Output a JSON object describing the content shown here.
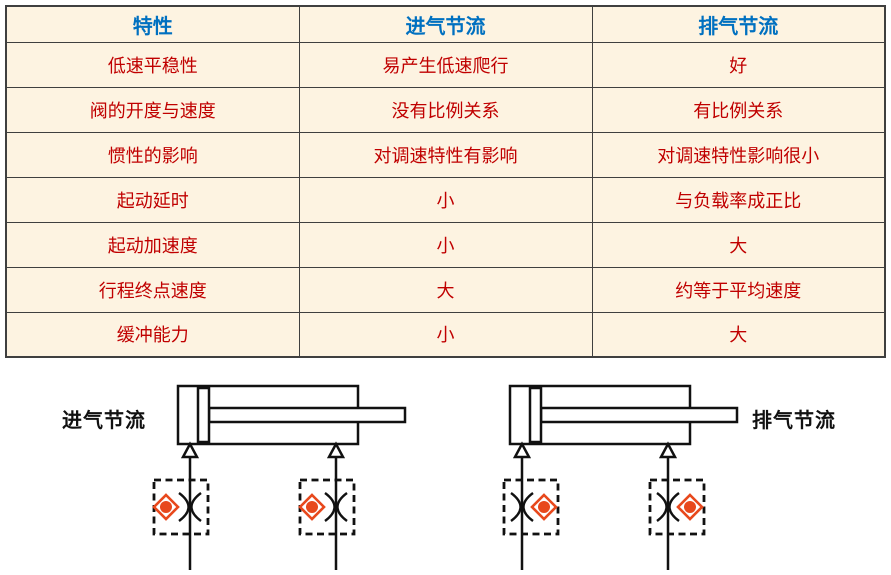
{
  "page": {
    "background": "#ffffff"
  },
  "table": {
    "headers": [
      "特性",
      "进气节流",
      "排气节流"
    ],
    "rows": [
      [
        "低速平稳性",
        "易产生低速爬行",
        "好"
      ],
      [
        "阀的开度与速度",
        "没有比例关系",
        "有比例关系"
      ],
      [
        "惯性的影响",
        "对调速特性有影响",
        "对调速特性影响很小"
      ],
      [
        "起动延时",
        "小",
        "与负载率成正比"
      ],
      [
        "起动加速度",
        "小",
        "大"
      ],
      [
        "行程终点速度",
        "大",
        "约等于平均速度"
      ],
      [
        "缓冲能力",
        "小",
        "大"
      ]
    ],
    "header_text_color": "#0070c0",
    "body_text_color": "#c00000",
    "background_color": "#fdf3e1",
    "border_color": "#3f3f3f"
  },
  "diagrams": {
    "left_label": "进气节流",
    "right_label": "排气节流",
    "valve_accent_color": "#e8481c",
    "line_color": "#111111"
  }
}
